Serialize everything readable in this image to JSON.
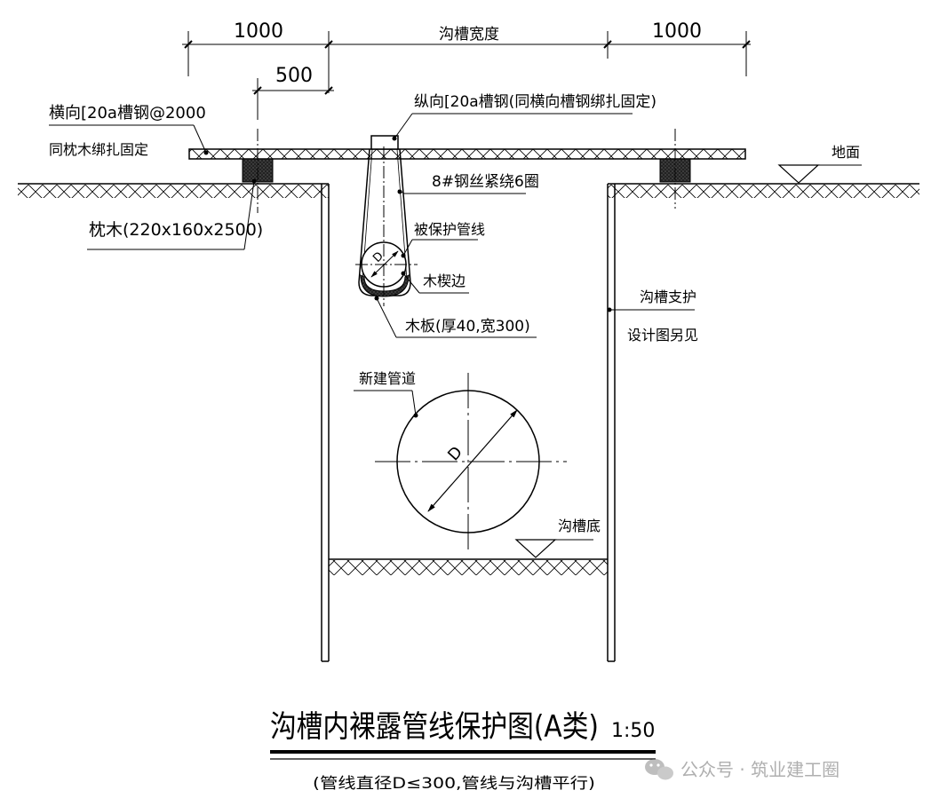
{
  "dimensions": {
    "left_offset": "1000",
    "trench_width": "沟槽宽度",
    "right_offset": "1000",
    "inner_offset": "500"
  },
  "labels": {
    "transverse_channel_line1": "横向[20a槽钢@2000",
    "transverse_channel_line2": "同枕木绑扎固定",
    "longitudinal_channel": "纵向[20a槽钢(同横向槽钢绑扎固定)",
    "ground": "地面",
    "steel_wire": "8#钢丝紧绕6圈",
    "sleeper": "枕木(220x160x2500)",
    "protected_pipe": "被保护管线",
    "wood_wedge": "木楔边",
    "wood_plank": "木板(厚40,宽300)",
    "trench_support_line1": "沟槽支护",
    "trench_support_line2": "设计图另见",
    "new_pipe": "新建管道",
    "trench_bottom": "沟槽底",
    "diameter_symbol": "D"
  },
  "title": {
    "main": "沟槽内裸露管线保护图(A类)",
    "scale": "1:50",
    "note": "(管线直径D≤300,管线与沟槽平行)"
  },
  "watermark": {
    "text": "公众号 · 筑业建工圈"
  }
}
